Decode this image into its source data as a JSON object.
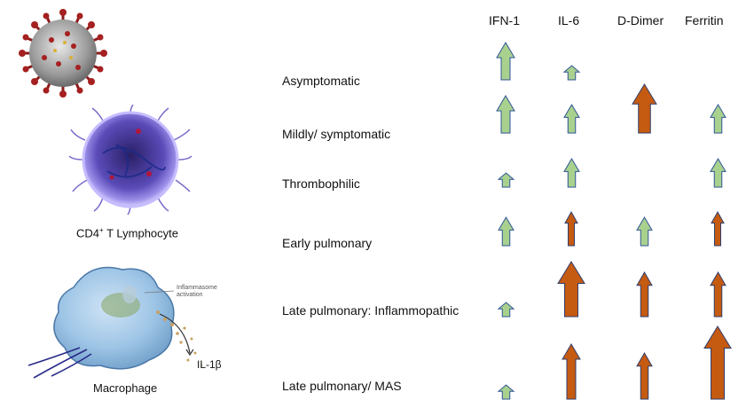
{
  "column_headers": [
    "IFN-1",
    "IL-6",
    "D-Dimer",
    "Ferritin"
  ],
  "stages": [
    "Asymptomatic",
    "Mildly/ symptomatic",
    "Thrombophilic",
    "Early pulmonary",
    "Late pulmonary: Inflammopathic",
    "Late pulmonary/ MAS"
  ],
  "cells": {
    "lymphocyte_caption": "CD4",
    "lymphocyte_caption_sup": "+",
    "lymphocyte_caption_rest": " T Lymphocyte",
    "macrophage_caption": "Macrophage",
    "inflammasome_label_1": "Inflammasome",
    "inflammasome_label_2": "activation",
    "il1b_label": "IL-1β"
  },
  "colors": {
    "green_fill": "#a9d18e",
    "green_stroke": "#2f5597",
    "orange_fill": "#c55a11",
    "orange_stroke": "#2f3f6f"
  },
  "arrow_matrix": [
    [
      "green-large",
      "green-small",
      null,
      null
    ],
    [
      "green-large",
      "green-medium",
      "orange-large",
      "green-medium"
    ],
    [
      "green-small",
      "green-medium",
      null,
      "green-medium"
    ],
    [
      "green-medium",
      "orange-medium",
      "green-medium",
      "orange-medium"
    ],
    [
      "green-small",
      "orange-xlarge",
      "orange-large",
      "orange-large"
    ],
    [
      "green-small",
      "orange-large",
      "orange-large",
      "orange-xlarge"
    ]
  ]
}
